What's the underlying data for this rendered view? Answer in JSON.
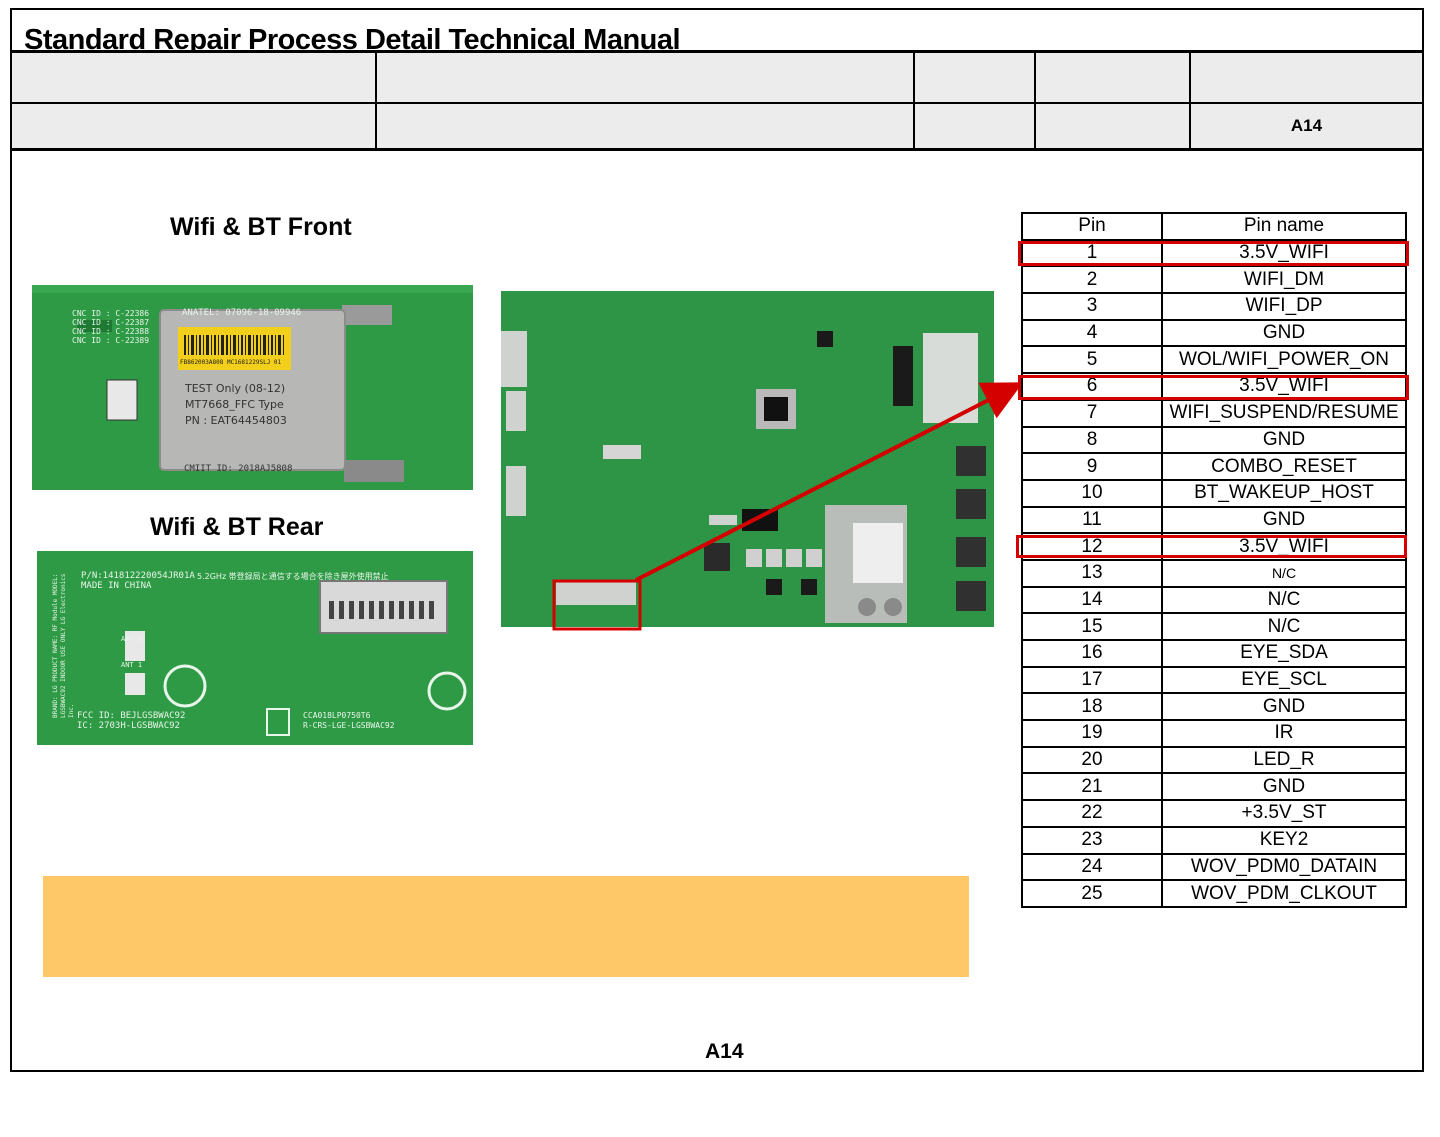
{
  "document": {
    "title": "Standard Repair Process Detail Technical Manual",
    "header_cells": [
      "",
      "",
      "",
      "",
      "",
      "",
      "",
      "",
      "",
      "A14"
    ],
    "page_code": "A14"
  },
  "captions": {
    "front": "Wifi & BT Front",
    "rear": "Wifi & BT Rear"
  },
  "front_module_label": {
    "cnc_ids": [
      "CNC ID : C-22386",
      "CNC ID : C-22387",
      "CNC ID : C-22388",
      "CNC ID : C-22389"
    ],
    "anatel": "ANATEL: 07096-18-09946",
    "barcode_text": "FB862003A808 MC1681229SLJ 01",
    "test_line": "TEST Only (08-12)",
    "model_line": "MT7668_FFC Type",
    "pn_line": "PN : EAT64454803",
    "cmiit": "CMIIT ID: 2018AJ5808"
  },
  "rear_module_label": {
    "pn": "P/N:141812220054JR01A",
    "made_in": "MADE IN CHINA",
    "note_5ghz": "5.2GHz 帯登録局と通信する場合を除き屋外使用禁止",
    "fcc": "FCC ID: BEJLGSBWAC92",
    "ic": "IC: 2703H-LGSBWAC92",
    "kc1": "CCA018LP0750T6",
    "kc2": "R-CRS-LGE-LGSBWAC92",
    "ant2": "ANT 2",
    "ant1": "ANT 1",
    "side_text": "BRAND: LG  PRODUCT NAME: RF Module  MODEL: LGSBWAC92  INDOOR USE ONLY  LG Electronics Inc."
  },
  "pin_table": {
    "headers": [
      "Pin",
      "Pin name"
    ],
    "rows": [
      [
        "1",
        "3.5V_WIFI"
      ],
      [
        "2",
        "WIFI_DM"
      ],
      [
        "3",
        "WIFI_DP"
      ],
      [
        "4",
        "GND"
      ],
      [
        "5",
        "WOL/WIFI_POWER_ON"
      ],
      [
        "6",
        "3.5V_WIFI"
      ],
      [
        "7",
        "WIFI_SUSPEND/RESUME"
      ],
      [
        "8",
        "GND"
      ],
      [
        "9",
        "COMBO_RESET"
      ],
      [
        "10",
        "BT_WAKEUP_HOST"
      ],
      [
        "11",
        "GND"
      ],
      [
        "12",
        "3.5V_WIFI"
      ],
      [
        "13",
        "N/C"
      ],
      [
        "14",
        "N/C"
      ],
      [
        "15",
        "N/C"
      ],
      [
        "16",
        "EYE_SDA"
      ],
      [
        "17",
        "EYE_SCL"
      ],
      [
        "18",
        "GND"
      ],
      [
        "19",
        "IR"
      ],
      [
        "20",
        "LED_R"
      ],
      [
        "21",
        "GND"
      ],
      [
        "22",
        "+3.5V_ST"
      ],
      [
        "23",
        "KEY2"
      ],
      [
        "24",
        "WOV_PDM0_DATAIN"
      ],
      [
        "25",
        "WOV_PDM_CLKOUT"
      ]
    ],
    "highlighted_pins": [
      "1",
      "6",
      "12"
    ]
  },
  "colors": {
    "highlight": "#d40000",
    "banner": "#fec767",
    "pcb_green": "#2f9a45",
    "header_fill": "#ececec"
  }
}
